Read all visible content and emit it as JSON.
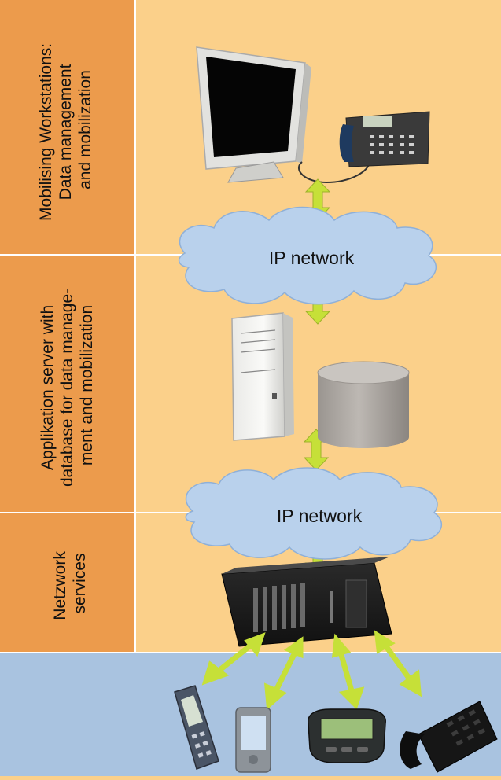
{
  "tiers": [
    {
      "id": "workstations",
      "lines": [
        "Mobilising Workstations:",
        "Data management",
        "and mobilization"
      ]
    },
    {
      "id": "app-server",
      "lines": [
        "Applikation server with",
        "database for  data manage-",
        "ment and mobilization"
      ]
    },
    {
      "id": "network-services",
      "lines": [
        "Netzwork",
        "services"
      ]
    }
  ],
  "networks": {
    "upper": "IP network",
    "lower": "IP network"
  },
  "colors": {
    "label_band": "#ec9b4c",
    "content_band": "#fbd08a",
    "device_band": "#a9c3e0",
    "cloud": "#b9d1ec",
    "arrow": "#c6e038",
    "divider": "#ffffff"
  },
  "icons": [
    "monitor-icon",
    "desk-phone-icon",
    "tower-server-icon",
    "database-cylinder-icon",
    "rack-server-icon",
    "mobile-phone-icon",
    "pda-icon",
    "pager-icon",
    "office-phone-icon"
  ]
}
